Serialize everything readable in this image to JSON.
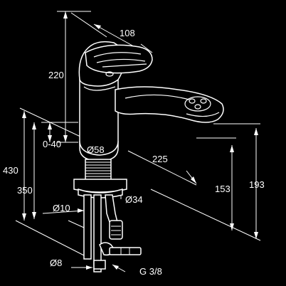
{
  "dimensions": {
    "d108": "108",
    "d220": "220",
    "d040": "0-40",
    "d58": "Ø58",
    "d225": "225",
    "d430": "430",
    "d350": "350",
    "d34": "Ø34",
    "d10": "Ø10",
    "d153": "153",
    "d193": "193",
    "d8": "Ø8",
    "g38": "G 3/8"
  },
  "colors": {
    "background": "#000000",
    "line": "#ffffff"
  }
}
